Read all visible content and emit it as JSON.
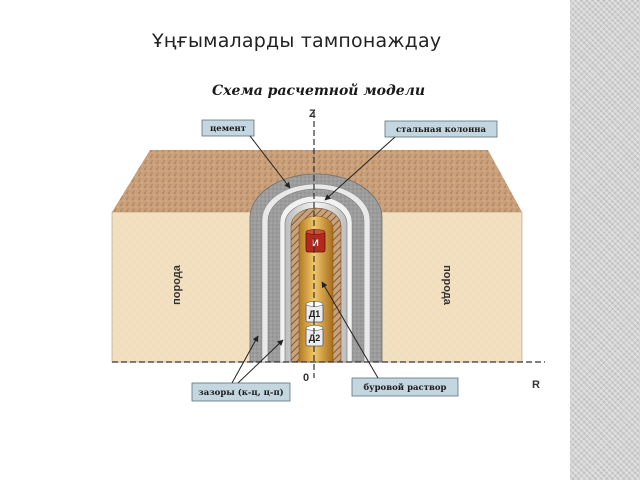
{
  "slide": {
    "title": "Ұңғымаларды тампонаждау"
  },
  "diagram": {
    "title": "Схема расчетной модели",
    "labels": {
      "cement": "цемент",
      "steel_casing": "стальная колонна",
      "gaps": "зазоры (к-ц, ц-п)",
      "drilling_fluid": "буровой раствор",
      "rock": "порода"
    },
    "axes": {
      "z": "Z",
      "r": "R",
      "origin": "0"
    },
    "sensors": {
      "source": "И",
      "detector_1": "Д1",
      "detector_2": "Д2"
    }
  },
  "colors": {
    "rock_face": "#f1dfbf",
    "rock_top": "#c9a07a",
    "cement": "#9c9c9c",
    "steel": "#d7d7d7",
    "drilling_fluid": "#d39d3a",
    "label_box": "#c4d6df",
    "source": "#b22a1c",
    "side_strip": "#cfcfcf"
  }
}
